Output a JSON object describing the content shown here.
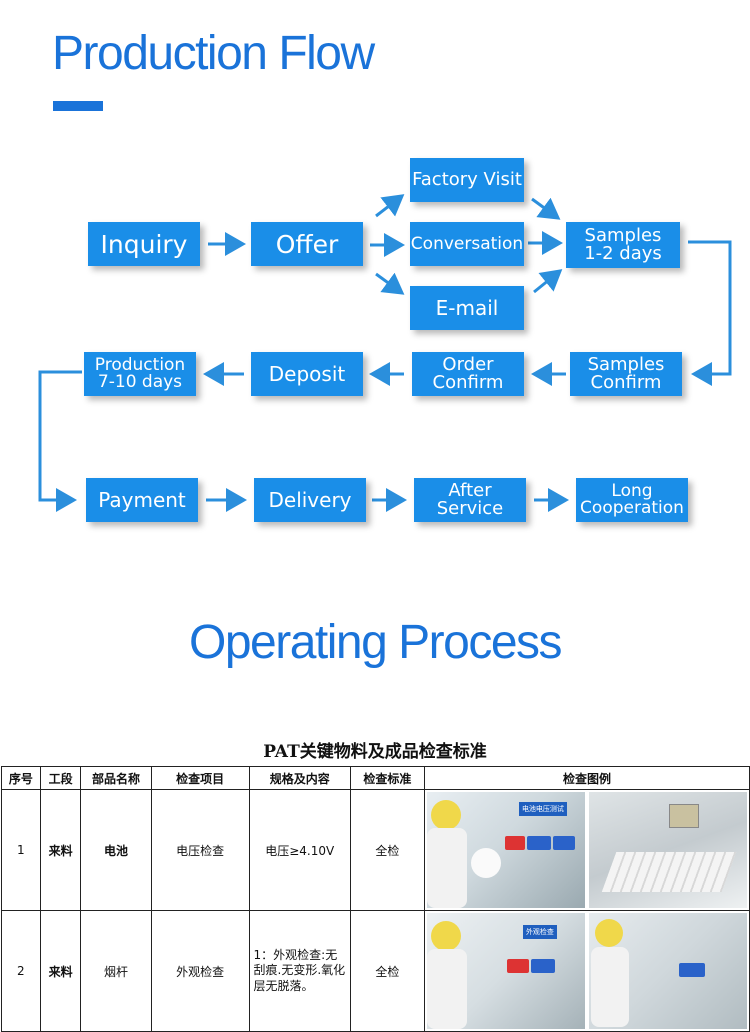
{
  "page": {
    "title": "Production Flow",
    "subtitle": "Operating Process"
  },
  "flow": {
    "inquiry": "Inquiry",
    "offer": "Offer",
    "factory_visit": "Factory Visit",
    "conversation": "Conversation",
    "email": "E-mail",
    "samples": "Samples\n1-2 days",
    "samples_confirm": "Samples\nConfirm",
    "order_confirm": "Order\nConfirm",
    "deposit": "Deposit",
    "production": "Production\n7-10 days",
    "payment": "Payment",
    "delivery": "Delivery",
    "after_service": "After\nService",
    "long_cooperation": "Long\nCooperation"
  },
  "colors": {
    "accent": "#1a73d9",
    "box": "#1a8ee8",
    "arrow": "#2b8fdc"
  },
  "table": {
    "title": "PAT关键物料及成品检查标准",
    "headers": [
      "序号",
      "工段",
      "部品名称",
      "检查项目",
      "规格及内容",
      "检查标准",
      "检查图例"
    ],
    "rows": [
      {
        "no": "1",
        "stage": "来料",
        "part": "电池",
        "item": "电压检查",
        "spec": "电压≥4.10V",
        "standard": "全检",
        "photo_signs": [
          "电池电压测试"
        ]
      },
      {
        "no": "2",
        "stage": "来料",
        "part": "烟杆",
        "item": "外观检查",
        "spec": "1：外观检查:无刮痕.无变形.氧化层无脱落。",
        "standard": "全检",
        "photo_signs": [
          "外观检查"
        ]
      }
    ]
  }
}
